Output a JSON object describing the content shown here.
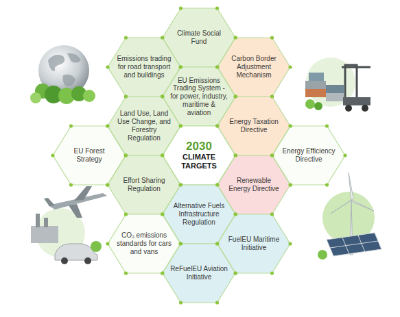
{
  "diagram": {
    "nodes": [
      {
        "text": [
          "Climate Social Fund"
        ]
      },
      {
        "text": [
          "Emissions trading for road transport and buildings"
        ]
      },
      {
        "text": [
          "Carbon Border Adjustment Mechanism"
        ]
      },
      {
        "text": [
          "EU Emissions Trading System - for power, industry, maritime & aviation"
        ]
      },
      {
        "text": [
          "Land Use, Land Use Change, and Forestry Regulation"
        ]
      },
      {
        "text": [
          "Energy Taxation Directive"
        ]
      },
      {
        "text": [
          "EU Forest Strategy"
        ]
      },
      {
        "text": [
          "2030",
          "CLIMATE TARGETS"
        ]
      },
      {
        "text": [
          "Energy Efficiency Directive"
        ]
      },
      {
        "text": [
          "Effort Sharing Regulation"
        ]
      },
      {
        "text": [
          "Renewable Energy Directive"
        ]
      },
      {
        "text": [
          "Alternative Fuels Infrastructure Regulation"
        ]
      },
      {
        "text": [
          "CO₂ emissions standards for cars and vans"
        ]
      },
      {
        "text": [
          "FuelEU Maritime Initiative"
        ]
      },
      {
        "text": [
          "ReFuelEU Aviation Initiative"
        ]
      }
    ]
  }
}
